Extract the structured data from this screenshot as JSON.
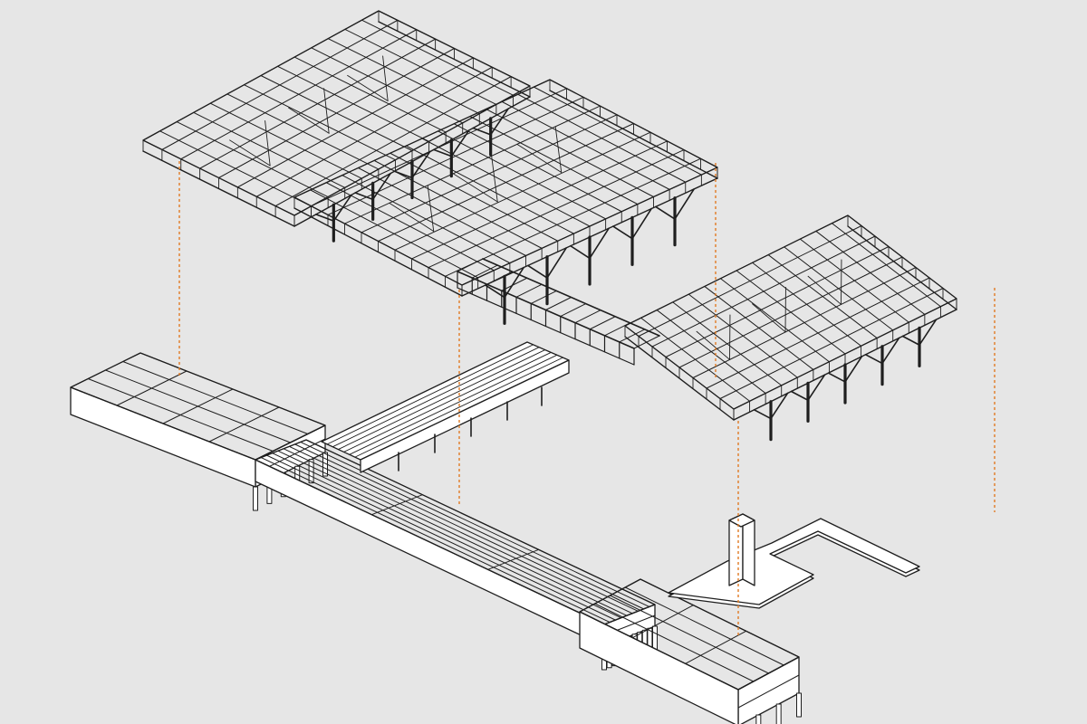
{
  "diagram": {
    "type": "exploded axonometric structural drawing",
    "background_color": "#e6e6e6",
    "line_color": "#1e1e1e",
    "face_color": "#ffffff",
    "alignment_line_color": "#e07b24",
    "components": [
      {
        "id": "upper-roof-north",
        "kind": "roof-space-frame"
      },
      {
        "id": "upper-roof-south",
        "kind": "roof-space-frame"
      },
      {
        "id": "upper-roof-east",
        "kind": "roof-space-frame"
      },
      {
        "id": "connecting-bridge-upper",
        "kind": "bridge-truss"
      },
      {
        "id": "lower-deck-west",
        "kind": "framed-platform"
      },
      {
        "id": "lower-deck-long",
        "kind": "framed-platform"
      },
      {
        "id": "lower-deck-east",
        "kind": "framed-platform"
      },
      {
        "id": "stepped-ramp",
        "kind": "ramp"
      },
      {
        "id": "l-shaped-slab",
        "kind": "slab"
      },
      {
        "id": "chimney-tower",
        "kind": "column"
      }
    ],
    "alignment_lines": 5
  }
}
